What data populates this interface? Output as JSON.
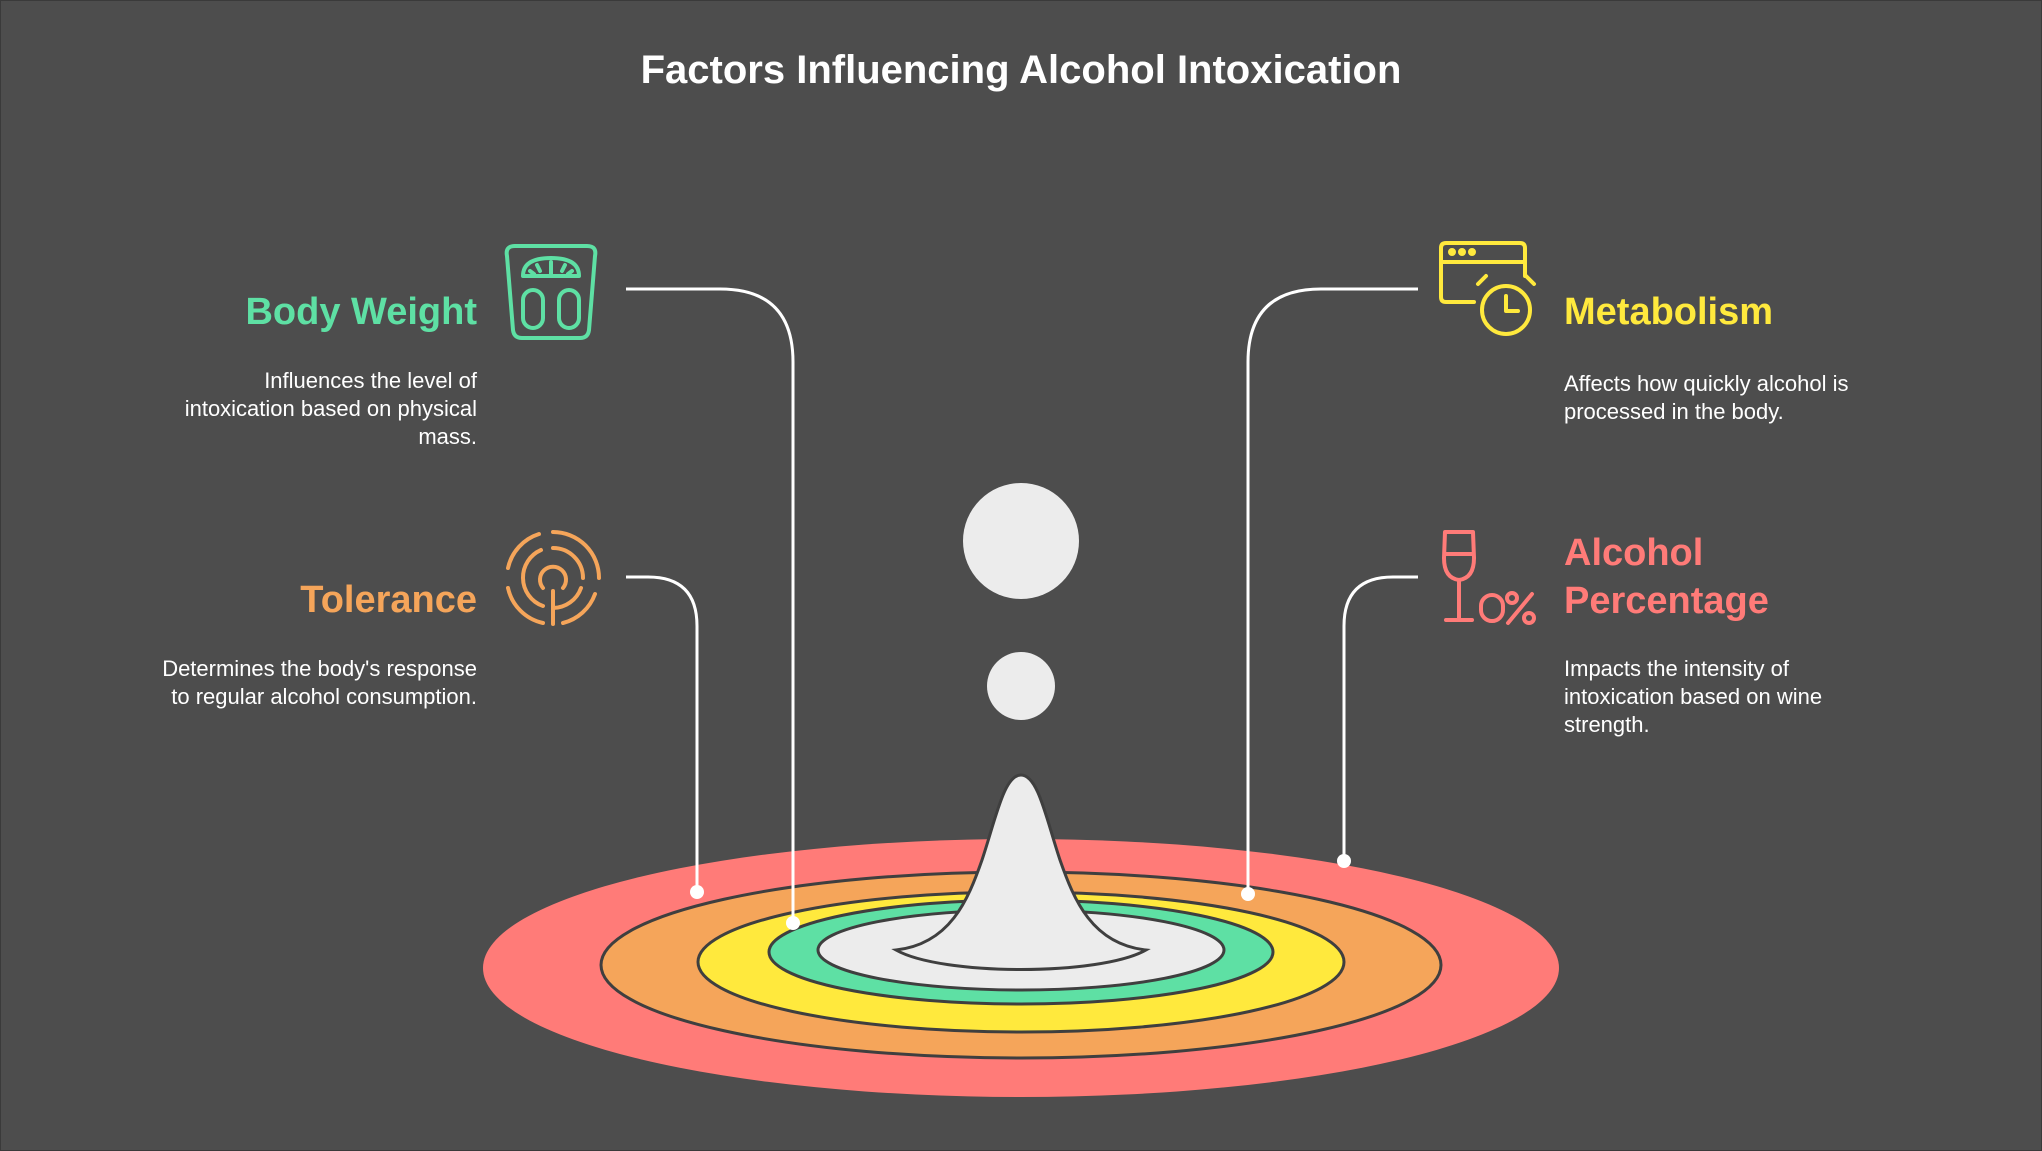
{
  "title": "Factors Influencing Alcohol Intoxication",
  "colors": {
    "background": "#4d4d4d",
    "body_weight": "#5ee0a4",
    "tolerance": "#f5a55a",
    "metabolism": "#ffe93d",
    "alcohol_percentage": "#ff7b78",
    "neutral": "#ececec",
    "connector": "#ffffff"
  },
  "factors": {
    "body_weight": {
      "heading": "Body Weight",
      "description": "Influences the level of intoxication based on physical mass.",
      "icon": "scale-icon"
    },
    "tolerance": {
      "heading": "Tolerance",
      "description": "Determines the body's response to regular alcohol consumption.",
      "icon": "target-maze-icon"
    },
    "metabolism": {
      "heading": "Metabolism",
      "description": "Affects how quickly alcohol is processed in the body.",
      "icon": "browser-clock-icon"
    },
    "alcohol_percentage": {
      "heading": "Alcohol Percentage",
      "description": "Impacts the intensity of intoxication based on wine strength.",
      "icon": "wine-glass-percent-icon"
    }
  }
}
